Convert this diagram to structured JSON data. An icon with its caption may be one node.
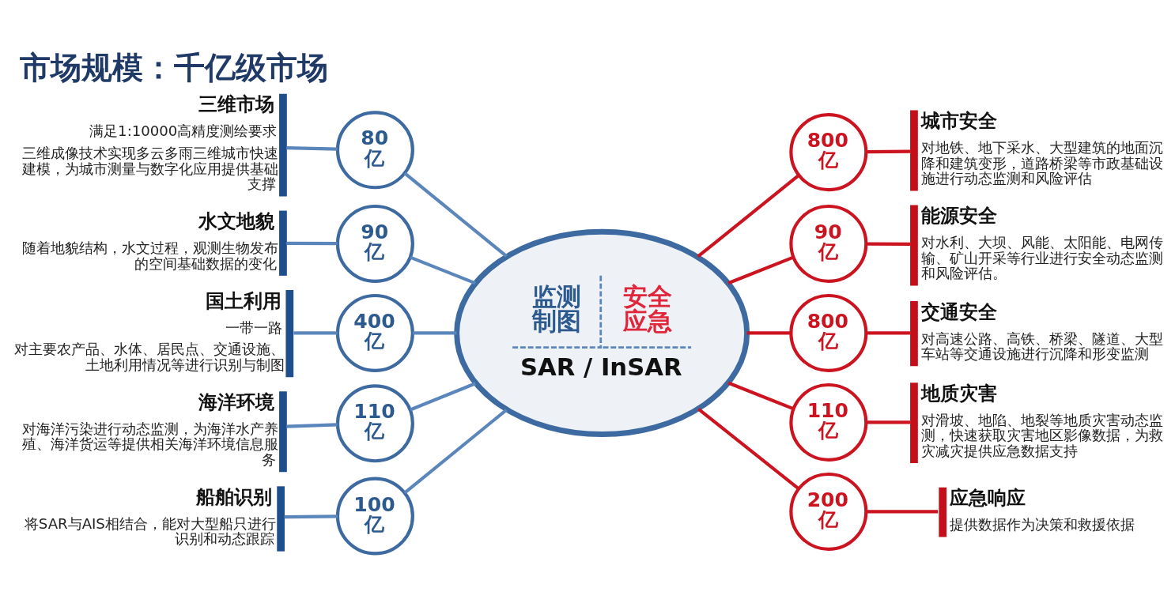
{
  "diagram": {
    "title": "市场规模：千亿级市场",
    "nodes": [
      {
        "text": [
          "监测制图",
          "安全应急",
          "SAR / InSAR"
        ]
      },
      {
        "text": [
          "三维市场",
          "满足1:10000高精度测绘要求",
          "三维成像技术实现多云多雨三维城市快速建模，为城市测量与数字化应用提供基础支撑"
        ]
      },
      {
        "text": [
          "80亿"
        ]
      },
      {
        "text": [
          "水文地貌",
          "随着地貌结构，水文过程，观测生物发布的空间基础数据的变化"
        ]
      },
      {
        "text": [
          "90亿"
        ]
      },
      {
        "text": [
          "国土利用",
          "一带一路",
          "对主要农产品、水体、居民点、交通设施、土地利用情况等进行识别与制图"
        ]
      },
      {
        "text": [
          "400亿"
        ]
      },
      {
        "text": [
          "海洋环境",
          "对海洋污染进行动态监测，为海洋水产养殖、海洋货运等提供相关海洋环境信息服务"
        ]
      },
      {
        "text": [
          "110亿"
        ]
      },
      {
        "text": [
          "船舶识别",
          "将SAR与AIS相结合，能对大型船只进行识别和动态跟踪"
        ]
      },
      {
        "text": [
          "100亿"
        ]
      },
      {
        "text": [
          "城市安全",
          "对地铁、地下采水、大型建筑的地面沉降和建筑变形，道路桥梁等市政基础设施进行动态监测和风险评估"
        ]
      },
      {
        "text": [
          "800亿"
        ]
      },
      {
        "text": [
          "能源安全",
          "对水利、大坝、风能、太阳能、电网传输、矿山开采等行业进行安全动态监测和风险评估。"
        ]
      },
      {
        "text": [
          "90亿"
        ]
      },
      {
        "text": [
          "交通安全",
          "对高速公路、高铁、桥梁、隧道、大型车站等交通设施进行沉降和形变监测"
        ]
      },
      {
        "text": [
          "800亿"
        ]
      },
      {
        "text": [
          "地质灾害",
          "对滑坡、地陷、地裂等地质灾害动态监测，快速获取灾害地区影像数据，为救灾减灾提供应急数据支持"
        ]
      },
      {
        "text": [
          "110亿"
        ]
      },
      {
        "text": [
          "应急响应",
          "提供数据作为决策和救援依据"
        ]
      },
      {
        "text": [
          "200亿"
        ]
      }
    ],
    "edges": [
      {
        "from": 1,
        "to": 2,
        "arrow": "none"
      },
      {
        "from": 2,
        "to": 0,
        "arrow": "none"
      },
      {
        "from": 3,
        "to": 4,
        "arrow": "none"
      },
      {
        "from": 4,
        "to": 0,
        "arrow": "none"
      },
      {
        "from": 5,
        "to": 6,
        "arrow": "none"
      },
      {
        "from": 6,
        "to": 0,
        "arrow": "none"
      },
      {
        "from": 7,
        "to": 8,
        "arrow": "none"
      },
      {
        "from": 8,
        "to": 0,
        "arrow": "none"
      },
      {
        "from": 9,
        "to": 10,
        "arrow": "none"
      },
      {
        "from": 10,
        "to": 0,
        "arrow": "none"
      },
      {
        "from": 0,
        "to": 12,
        "arrow": "none",
        "color": "#cc1420"
      },
      {
        "from": 12,
        "to": 11,
        "arrow": "none",
        "color": "#cc1420"
      },
      {
        "from": 0,
        "to": 14,
        "arrow": "none",
        "color": "#cc1420"
      },
      {
        "from": 14,
        "to": 13,
        "arrow": "none",
        "color": "#cc1420"
      },
      {
        "from": 0,
        "to": 16,
        "arrow": "none",
        "color": "#cc1420"
      },
      {
        "from": 16,
        "to": 15,
        "arrow": "none",
        "color": "#cc1420"
      },
      {
        "from": 0,
        "to": 18,
        "arrow": "none",
        "color": "#cc1420"
      },
      {
        "from": 18,
        "to": 17,
        "arrow": "none",
        "color": "#cc1420"
      },
      {
        "from": 0,
        "to": 20,
        "arrow": "none",
        "color": "#cc1420"
      },
      {
        "from": 20,
        "to": 19,
        "arrow": "none",
        "color": "#cc1420"
      }
    ]
  }
}
